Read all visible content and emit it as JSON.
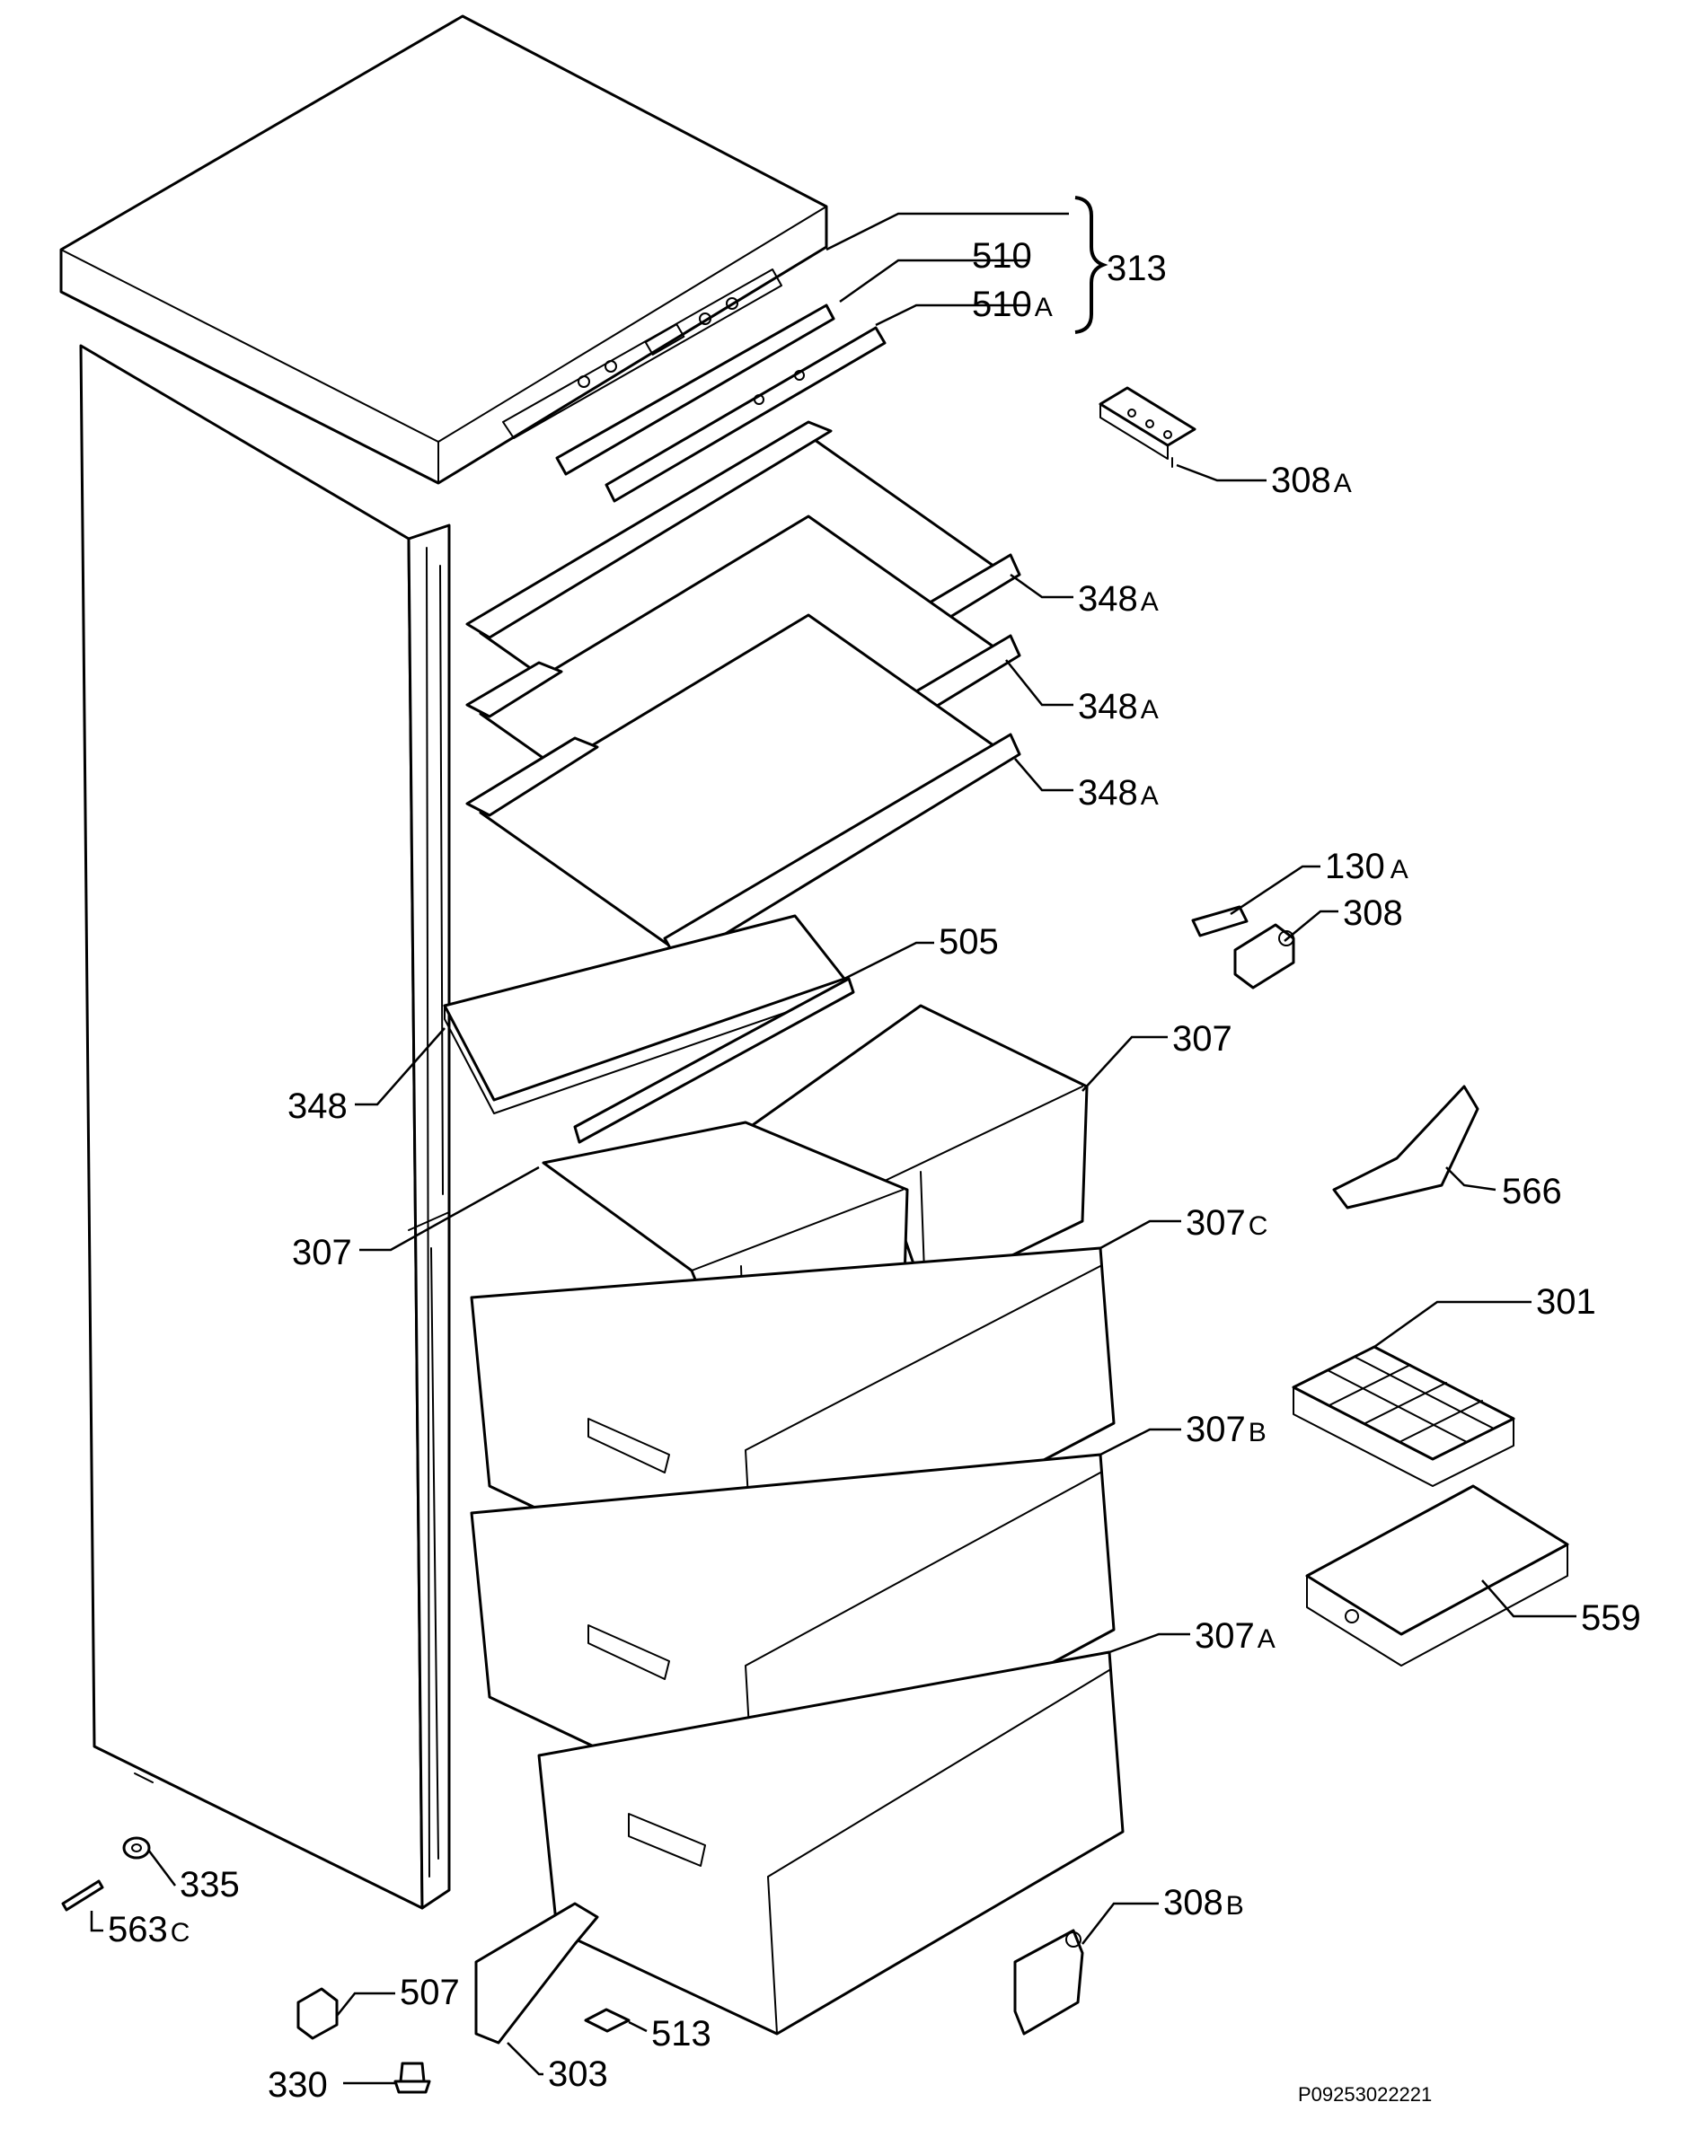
{
  "diagram_code": "P09253022221",
  "labels": {
    "p313": {
      "num": "313",
      "suffix": ""
    },
    "p510": {
      "num": "510",
      "suffix": ""
    },
    "p510a": {
      "num": "510",
      "suffix": "A"
    },
    "p308a": {
      "num": "308",
      "suffix": "A"
    },
    "p348a_1": {
      "num": "348",
      "suffix": "A"
    },
    "p348a_2": {
      "num": "348",
      "suffix": "A"
    },
    "p348a_3": {
      "num": "348",
      "suffix": "A"
    },
    "p130a": {
      "num": "130",
      "suffix": "A"
    },
    "p308": {
      "num": "308",
      "suffix": ""
    },
    "p505": {
      "num": "505",
      "suffix": ""
    },
    "p307_r": {
      "num": "307",
      "suffix": ""
    },
    "p348": {
      "num": "348",
      "suffix": ""
    },
    "p566": {
      "num": "566",
      "suffix": ""
    },
    "p307_l": {
      "num": "307",
      "suffix": ""
    },
    "p307c": {
      "num": "307",
      "suffix": "C"
    },
    "p301": {
      "num": "301",
      "suffix": ""
    },
    "p307b": {
      "num": "307",
      "suffix": "B"
    },
    "p559": {
      "num": "559",
      "suffix": ""
    },
    "p307a": {
      "num": "307",
      "suffix": "A"
    },
    "p335": {
      "num": "335",
      "suffix": ""
    },
    "p563c": {
      "num": "563",
      "suffix": "C"
    },
    "p308b": {
      "num": "308",
      "suffix": "B"
    },
    "p507": {
      "num": "507",
      "suffix": ""
    },
    "p513": {
      "num": "513",
      "suffix": ""
    },
    "p330": {
      "num": "330",
      "suffix": ""
    },
    "p303": {
      "num": "303",
      "suffix": ""
    }
  }
}
